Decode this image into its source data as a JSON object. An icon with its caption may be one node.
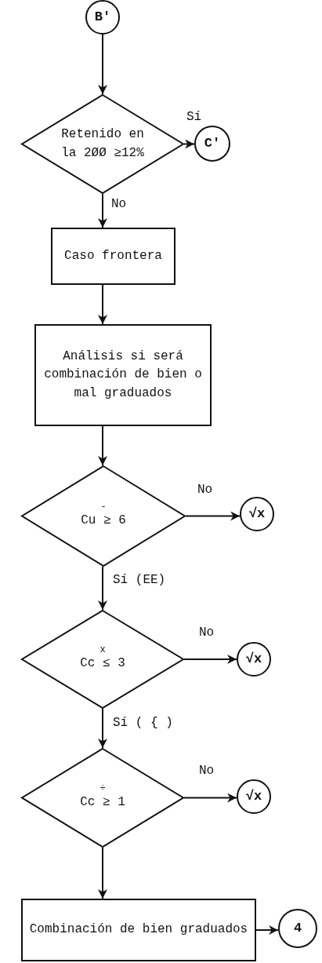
{
  "diagram": {
    "nodes": [
      {
        "text": [
          "B'"
        ]
      },
      {
        "text": [
          "Retenido en la 2ØØ ≥12%"
        ]
      },
      {
        "text": [
          "C'"
        ]
      },
      {
        "text": [
          "Caso frontera"
        ]
      },
      {
        "text": [
          "Análisis si será combinación de bien o mal graduados"
        ]
      },
      {
        "text": [
          "-",
          "Cu ≥ 6"
        ]
      },
      {
        "text": [
          "√x"
        ]
      },
      {
        "text": [
          "x",
          "Cc ≤ 3"
        ]
      },
      {
        "text": [
          "√x"
        ]
      },
      {
        "text": [
          "÷",
          "Cc ≥ 1"
        ]
      },
      {
        "text": [
          "√x"
        ]
      },
      {
        "text": [
          "Combinación de bien graduados"
        ]
      },
      {
        "text": [
          "4"
        ]
      }
    ],
    "edges": [
      {
        "from": 0,
        "to": 1,
        "arrow": "to"
      },
      {
        "from": 1,
        "to": 2,
        "arrow": "to",
        "label": "Sí"
      },
      {
        "from": 1,
        "to": 3,
        "arrow": "to",
        "label": "No"
      },
      {
        "from": 3,
        "to": 4,
        "arrow": "to"
      },
      {
        "from": 4,
        "to": 5,
        "arrow": "to"
      },
      {
        "from": 5,
        "to": 6,
        "arrow": "to",
        "label": "No"
      },
      {
        "from": 5,
        "to": 7,
        "arrow": "to",
        "label": "Sí (EE)"
      },
      {
        "from": 7,
        "to": 8,
        "arrow": "to",
        "label": "No"
      },
      {
        "from": 7,
        "to": 9,
        "arrow": "to",
        "label": "Sí ( { )"
      },
      {
        "from": 9,
        "to": 10,
        "arrow": "to",
        "label": "No"
      },
      {
        "from": 9,
        "to": 11,
        "arrow": "to"
      },
      {
        "from": 11,
        "to": 12,
        "arrow": "to"
      }
    ]
  }
}
